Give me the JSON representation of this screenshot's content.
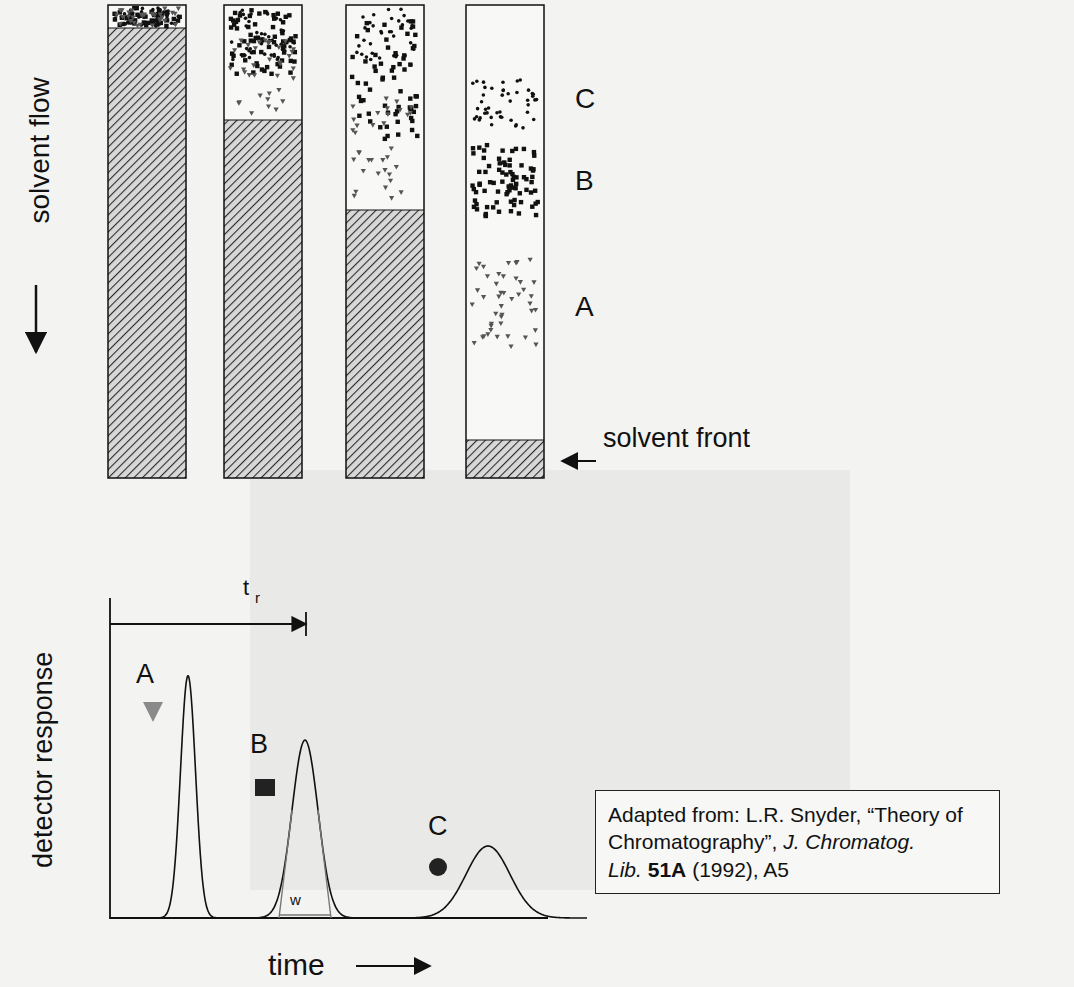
{
  "diagram": {
    "nodes": [
      {
        "text": [
          "Adapted from: L.R. Snyder, “Theory of Chromatography”,",
          "J. Chromatog. Lib.",
          "51A",
          "(1992), A5"
        ]
      }
    ],
    "edges": [],
    "labels": [
      "solvent flow",
      "C",
      "B",
      "A",
      "solvent front",
      "t",
      "r",
      "detector response",
      "A",
      "B",
      "C",
      "w",
      "time"
    ]
  }
}
